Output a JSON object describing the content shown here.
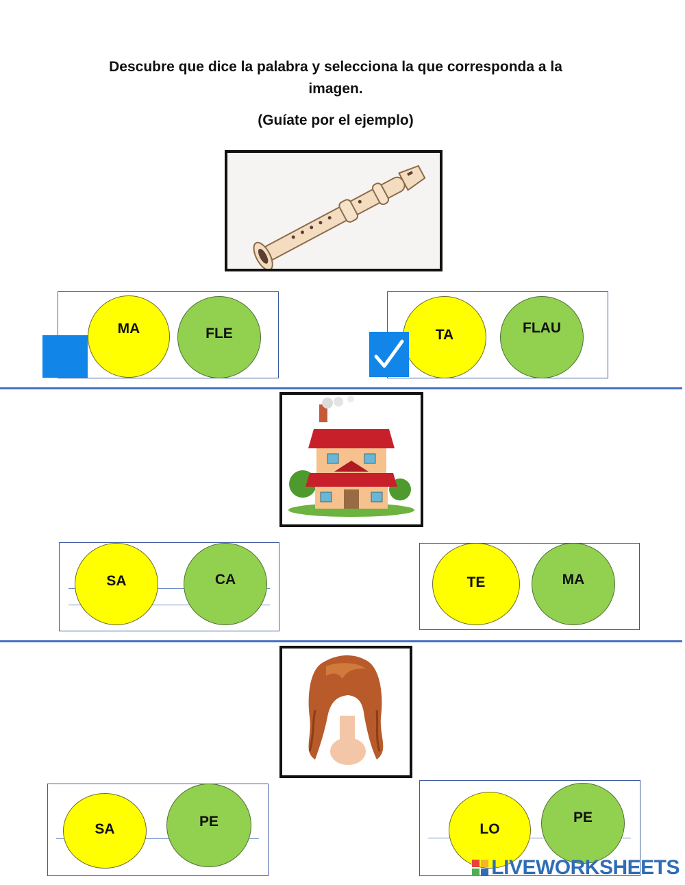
{
  "instructions": {
    "title": "Descubre que dice la palabra y selecciona la que corresponda a la imagen.",
    "subtitle": "(Guíate por el ejemplo)"
  },
  "rows": [
    {
      "image_icon": "recorder-flute-icon",
      "left_option": {
        "syllables": [
          "MA",
          "FLE"
        ],
        "selected": false
      },
      "right_option": {
        "syllables": [
          "TA",
          "FLAU"
        ],
        "selected": true
      }
    },
    {
      "image_icon": "house-icon",
      "left_option": {
        "syllables": [
          "SA",
          "CA"
        ],
        "selected": false
      },
      "right_option": {
        "syllables": [
          "TE",
          "MA"
        ],
        "selected": false
      }
    },
    {
      "image_icon": "long-hair-icon",
      "left_option": {
        "syllables": [
          "SA",
          "PE"
        ],
        "selected": false
      },
      "right_option": {
        "syllables": [
          "LO",
          "PE"
        ],
        "selected": false
      }
    }
  ],
  "branding": {
    "logo_text": "LIVEWORKSHEETS"
  },
  "colors": {
    "accent": "#1186e8",
    "yellow": "#ffff00",
    "green": "#92d050",
    "divider": "#4472c4"
  }
}
